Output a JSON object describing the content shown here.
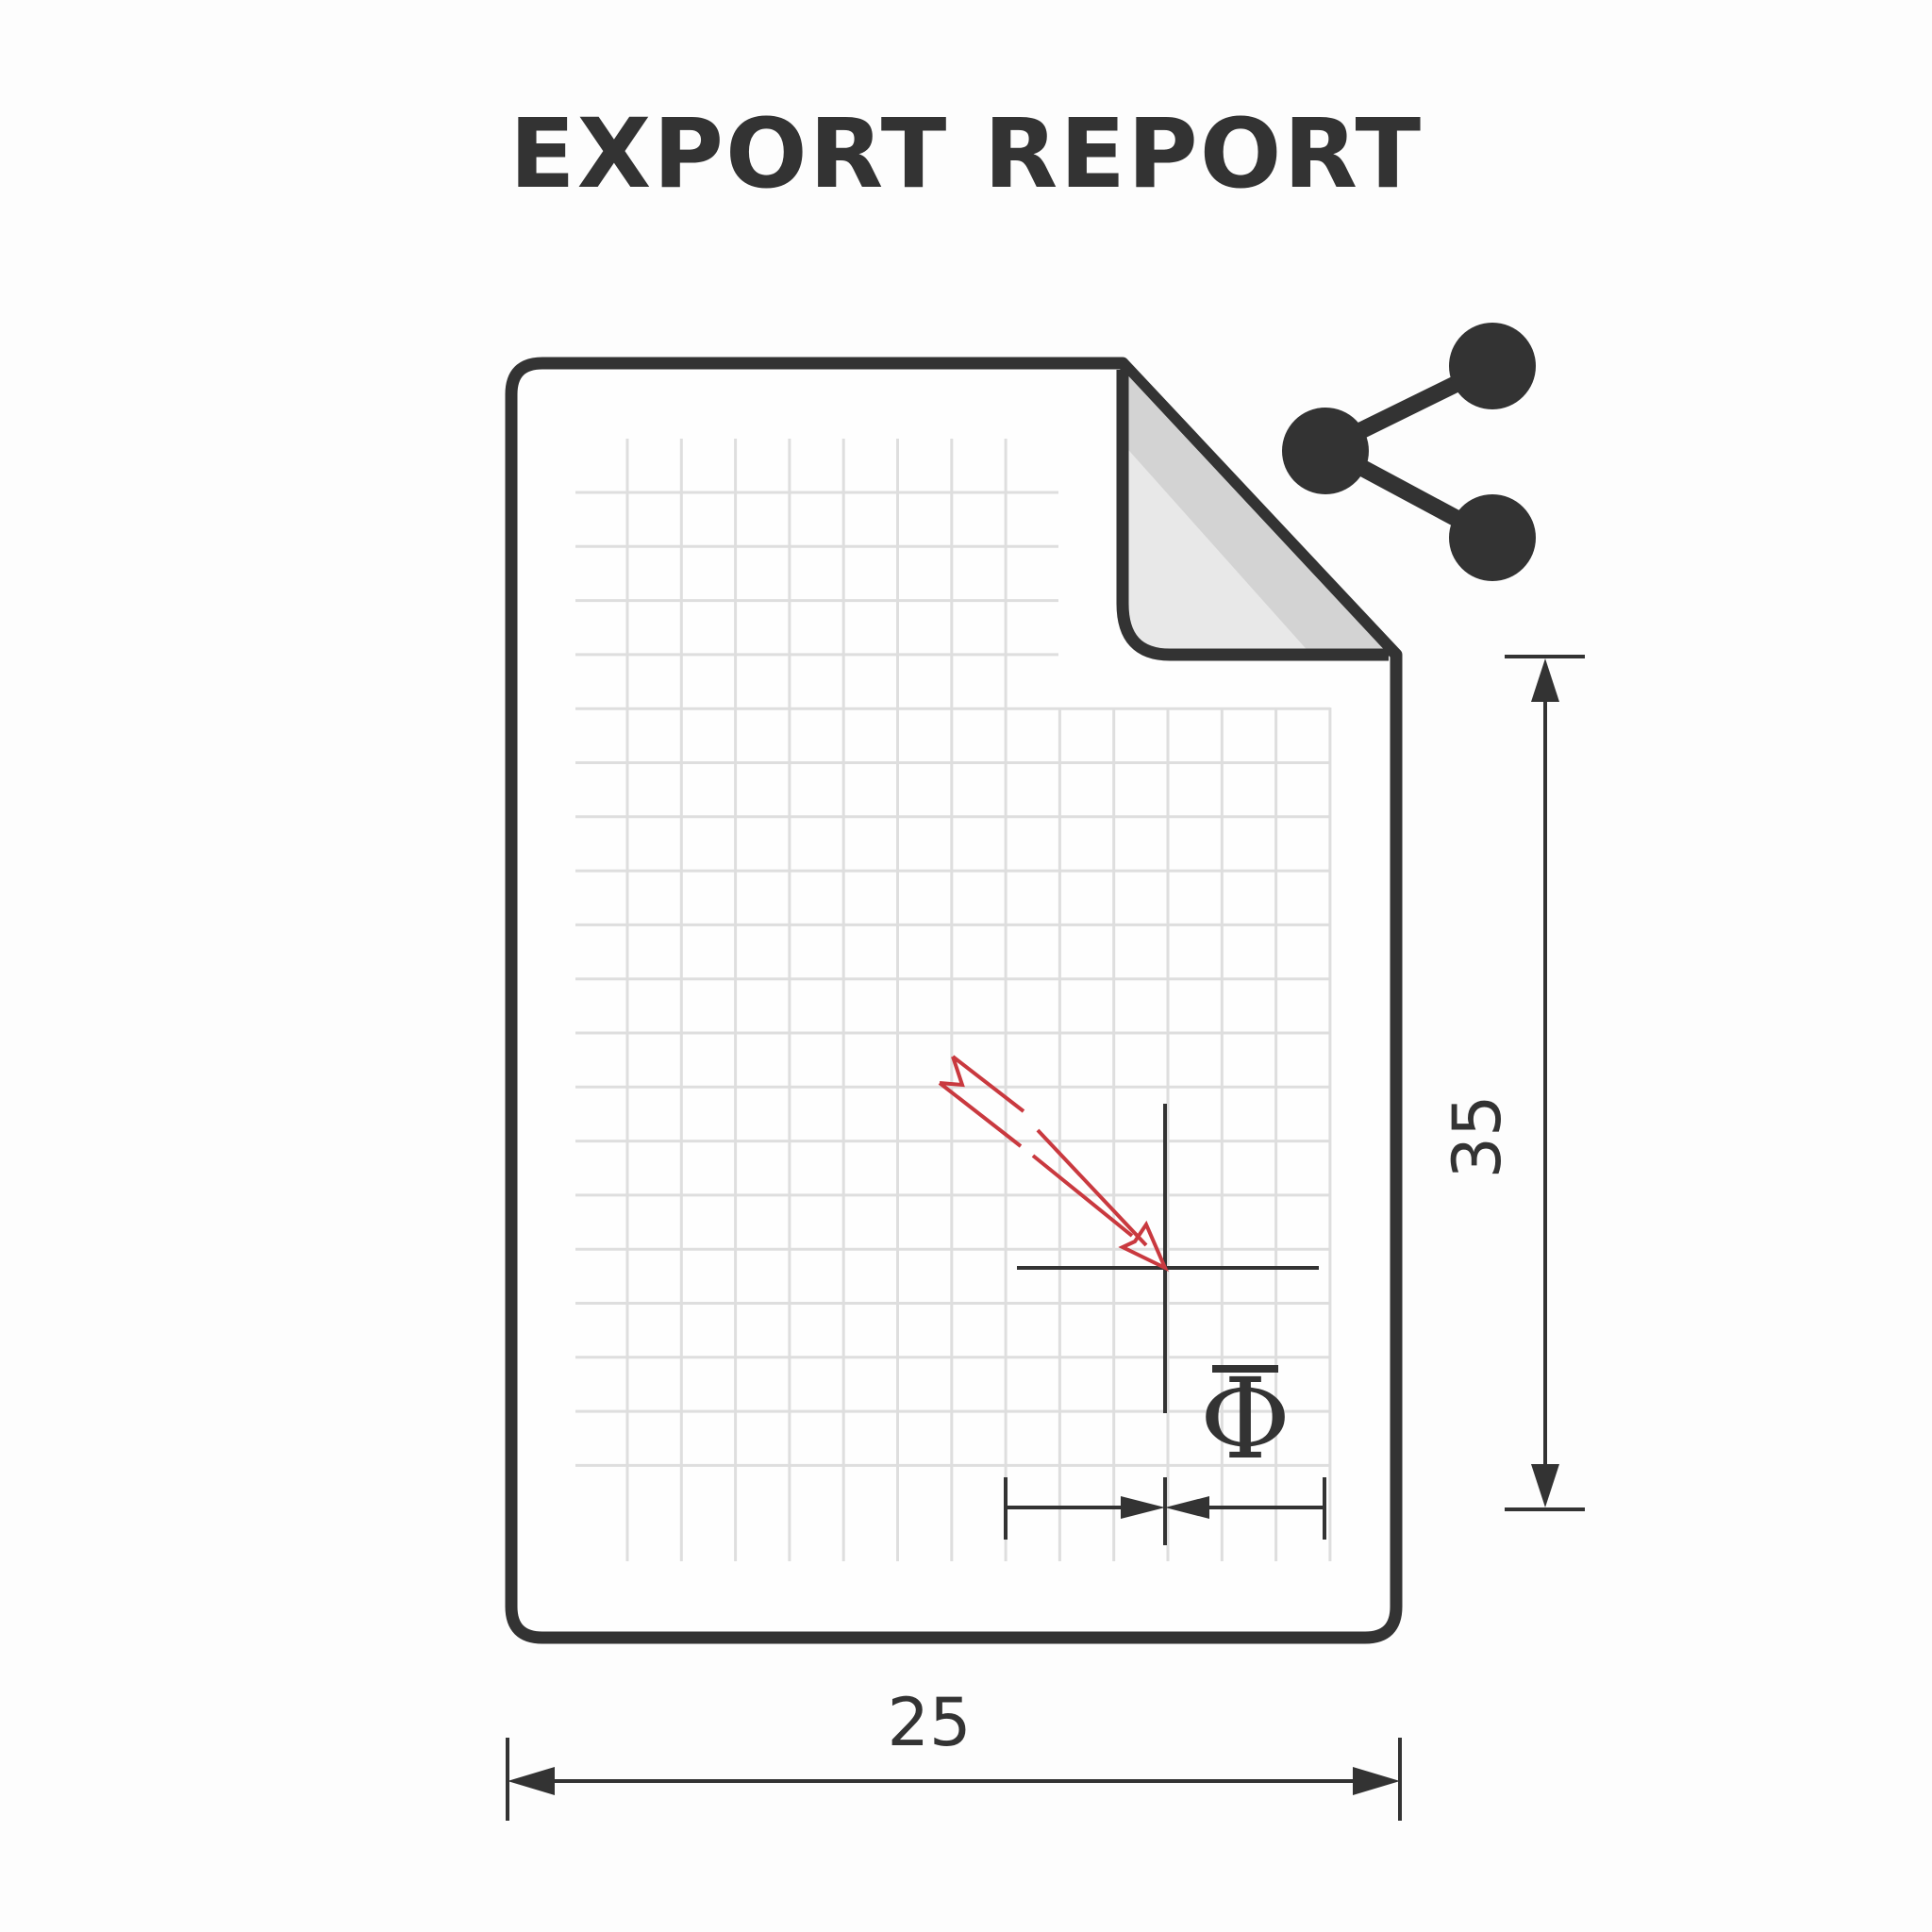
{
  "title": "EXPORT REPORT",
  "dimensions": {
    "width": "25",
    "height": "35"
  },
  "phi_symbol": "Φ",
  "icons": {
    "share": "share-icon",
    "document": "document-icon",
    "arrow": "red-arrow-icon"
  },
  "colors": {
    "ink": "#333333",
    "grid": "#dedede",
    "accent": "#c9393f",
    "fold": "#e6e6e6",
    "fold_shade": "#d2d2d2"
  }
}
